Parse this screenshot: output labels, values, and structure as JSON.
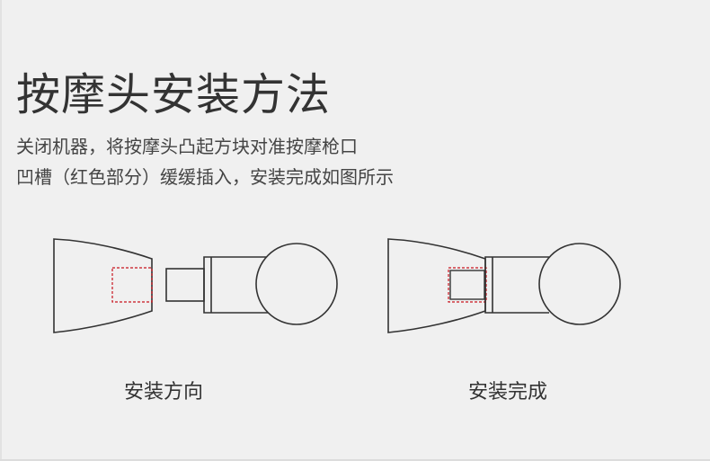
{
  "title": "按摩头安装方法",
  "instructions": {
    "line1": "关闭机器，将按摩头凸起方块对准按摩枪口",
    "line2": "凹槽（红色部分）缓缓插入，安装完成如图所示"
  },
  "diagrams": {
    "direction": {
      "caption": "安装方向"
    },
    "complete": {
      "caption": "安装完成"
    }
  },
  "colors": {
    "background": "#f0f0f0",
    "stroke": "#333333",
    "highlight": "#c8141e"
  }
}
